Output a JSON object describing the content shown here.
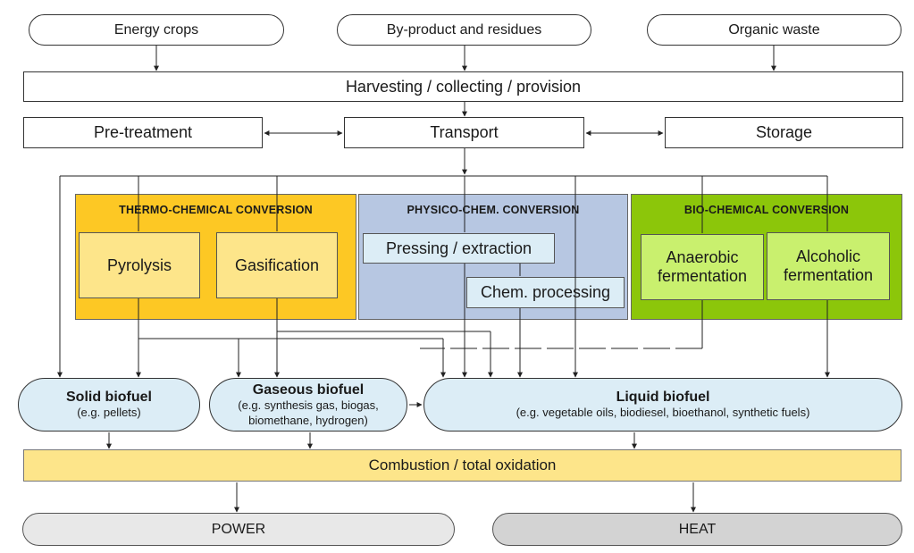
{
  "sources": [
    {
      "label": "Energy crops"
    },
    {
      "label": "By-product and residues"
    },
    {
      "label": "Organic waste"
    }
  ],
  "harvesting": "Harvesting / collecting / provision",
  "logistics": {
    "pretreatment": "Pre-treatment",
    "transport": "Transport",
    "storage": "Storage"
  },
  "conversion": {
    "thermo": {
      "title": "THERMO-CHEMICAL CONVERSION",
      "pyrolysis": "Pyrolysis",
      "gasification": "Gasification"
    },
    "physico": {
      "title": "PHYSICO-CHEM. CONVERSION",
      "pressing": "Pressing / extraction",
      "chem": "Chem. processing"
    },
    "bio": {
      "title": "BIO-CHEMICAL CONVERSION",
      "anaerobic": "Anaerobic fermentation",
      "alcoholic": "Alcoholic fermentation"
    }
  },
  "fuels": {
    "solid": {
      "title": "Solid biofuel",
      "sub": "(e.g. pellets)"
    },
    "gaseous": {
      "title": "Gaseous biofuel",
      "sub": "(e.g. synthesis gas, biogas, biomethane, hydrogen)"
    },
    "liquid": {
      "title": "Liquid biofuel",
      "sub": "(e.g. vegetable oils, biodiesel, bioethanol, synthetic fuels)"
    }
  },
  "combustion": "Combustion / total oxidation",
  "outputs": {
    "power": "POWER",
    "heat": "HEAT"
  },
  "colors": {
    "thermo": "#fdc824",
    "thermo_inner": "#fde58a",
    "physico": "#b7c7e2",
    "physico_inner": "#dcedf6",
    "bio": "#8cc60a",
    "bio_inner": "#c9f06e",
    "fuel": "#dcedf6",
    "combustion": "#fde58a",
    "power": "#e8e8e8",
    "heat": "#d3d3d3"
  }
}
